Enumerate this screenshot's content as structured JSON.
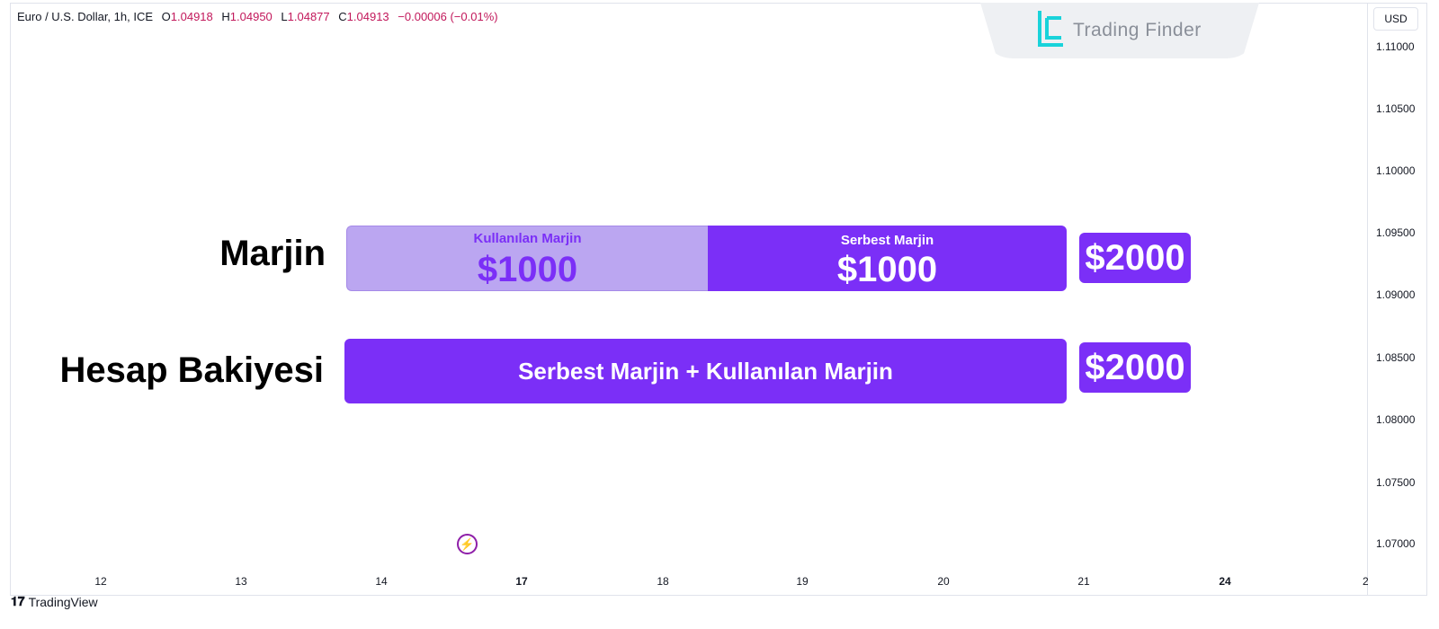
{
  "legend": {
    "symbol": "Euro / U.S. Dollar, 1h, ICE",
    "o_label": "O",
    "o_value": "1.04918",
    "h_label": "H",
    "h_value": "1.04950",
    "l_label": "L",
    "l_value": "1.04877",
    "c_label": "C",
    "c_value": "1.04913",
    "change": "−0.00006 (−0.01%)"
  },
  "currency": "USD",
  "price_scale": [
    "1.11000",
    "1.10500",
    "1.10000",
    "1.09500",
    "1.09000",
    "1.08500",
    "1.08000",
    "1.07500",
    "1.07000"
  ],
  "time_scale": [
    "12",
    "13",
    "14",
    "17",
    "18",
    "19",
    "20",
    "21",
    "24",
    "2"
  ],
  "logo": {
    "text": "Trading Finder",
    "icon": "trading-finder-logo"
  },
  "diagram": {
    "margin_label": "Marjin",
    "used_title": "Kullanılan Marjin",
    "used_value": "$1000",
    "free_title": "Serbest Marjin",
    "free_value": "$1000",
    "margin_total": "$2000",
    "balance_label": "Hesap Bakiyesi",
    "balance_formula": "Serbest Marjin + Kullanılan Marjin",
    "balance_total": "$2000"
  },
  "event_icon": "lightning-icon",
  "footer_brand": "TradingView",
  "colors": {
    "accent_purple": "#7b2ff7",
    "used_segment": "#bba6f1",
    "legend_values": "#c2185b"
  }
}
